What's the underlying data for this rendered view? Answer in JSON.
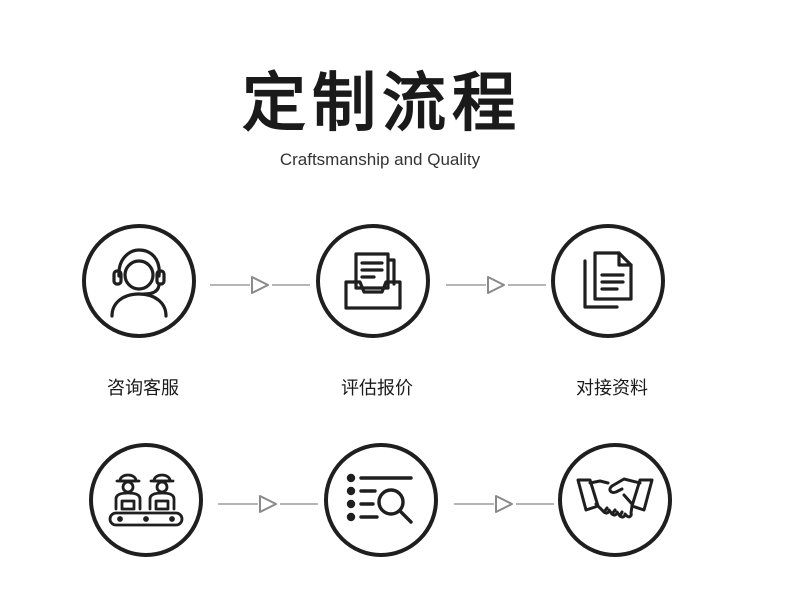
{
  "header": {
    "title": "定制流程",
    "subtitle": "Craftsmanship and Quality"
  },
  "colors": {
    "stroke": "#1f1f1f",
    "connector": "#b5b5b5",
    "background": "#ffffff"
  },
  "steps": [
    {
      "label": "咨询客服",
      "icon": "customer-service-headset-icon"
    },
    {
      "label": "评估报价",
      "icon": "document-tray-icon"
    },
    {
      "label": "对接资料",
      "icon": "documents-icon"
    },
    {
      "label": "",
      "icon": "workers-production-line-icon"
    },
    {
      "label": "",
      "icon": "list-search-icon"
    },
    {
      "label": "",
      "icon": "handshake-icon"
    }
  ]
}
